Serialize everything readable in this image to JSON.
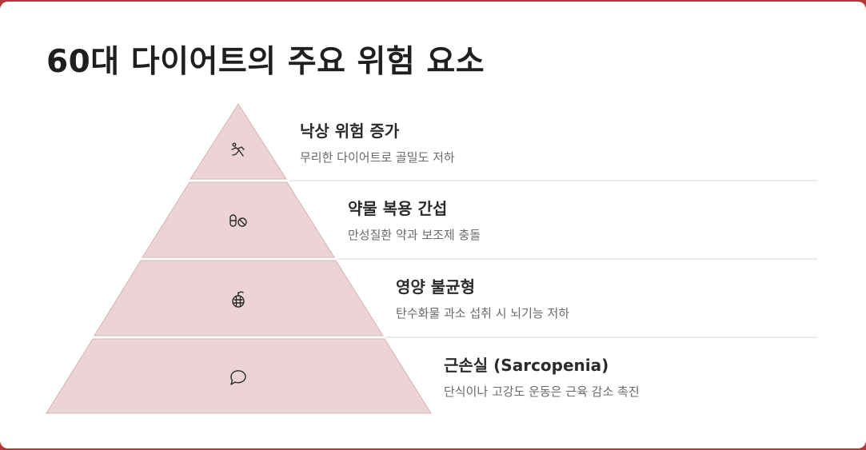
{
  "page": {
    "title": "60대 다이어트의 주요 위험 요소"
  },
  "colors": {
    "frame": "#b23a3a",
    "tier_fill": "#ecd3d6",
    "tier_stroke": "#d7b3b7",
    "divider": "#e0e0e0",
    "icon": "#2b2b2b"
  },
  "levels": [
    {
      "title": "낙상 위험 증가",
      "desc": "무리한 다이어트로 골밀도 저하",
      "icon": "falling-person-icon"
    },
    {
      "title": "약물 복용 간섭",
      "desc": "만성질환 약과 보조제 충돌",
      "icon": "pills-icon"
    },
    {
      "title": "영양 불균형",
      "desc": "탄수화물 과소 섭취 시 뇌기능 저하",
      "icon": "apple-grid-icon"
    },
    {
      "title": "근손실 (Sarcopenia)",
      "desc": "단식이나 고강도 운동은 근육 감소 촉진",
      "icon": "speech-bubble-icon"
    }
  ]
}
